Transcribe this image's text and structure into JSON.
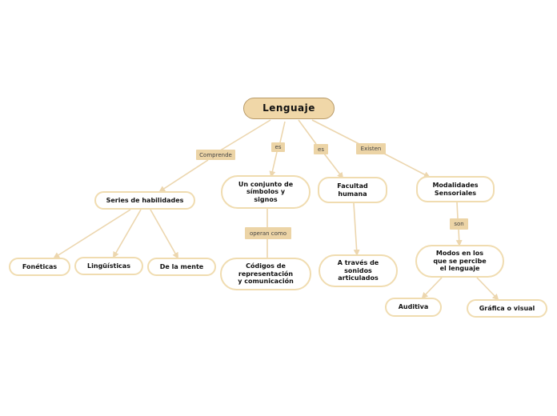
{
  "map": {
    "root": "Lenguaje",
    "nodes": {
      "series": "Series de habilidades",
      "foneticas": "Fonéticas",
      "linguisticas": "Lingüísticas",
      "mente": "De la mente",
      "conjunto": "Un conjunto de\nsímbolos y\nsignos",
      "codigos": "Códigos de\nrepresentación\ny comunicación",
      "facultad": "Facultad\nhumana",
      "sonidos": "A través de\nsonidos\narticulados",
      "modalidades": "Modalidades\nSensoriales",
      "modos": "Modos en los\nque se percibe\nel lenguaje",
      "auditiva": "Auditiva",
      "grafica": "Gráfica o visual"
    },
    "labels": {
      "comprende": "Comprende",
      "es_1": "es",
      "es_2": "es",
      "existen": "Existen",
      "operan": "operan como",
      "son": "son"
    }
  },
  "colors": {
    "root_fill": "#f0d7a8",
    "node_border": "#f0dcb0",
    "label_fill": "#ecd4a6",
    "connector": "#ecd6ae"
  }
}
